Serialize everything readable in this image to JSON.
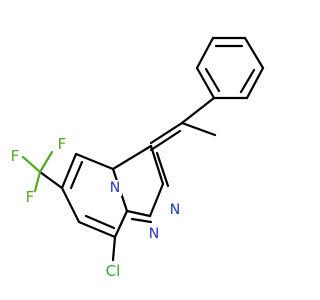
{
  "molecule": {
    "atoms": {
      "n_bridge": "N",
      "n_triazole_1": "N",
      "n_triazole_2": "N",
      "f_top": "F",
      "f_left": "F",
      "f_bottom": "F",
      "chlorine": "Cl"
    },
    "colors": {
      "bond": "#000000",
      "nitrogen": "#2233cc",
      "fluorine": "#55aa22",
      "chlorine": "#33aa33"
    }
  }
}
